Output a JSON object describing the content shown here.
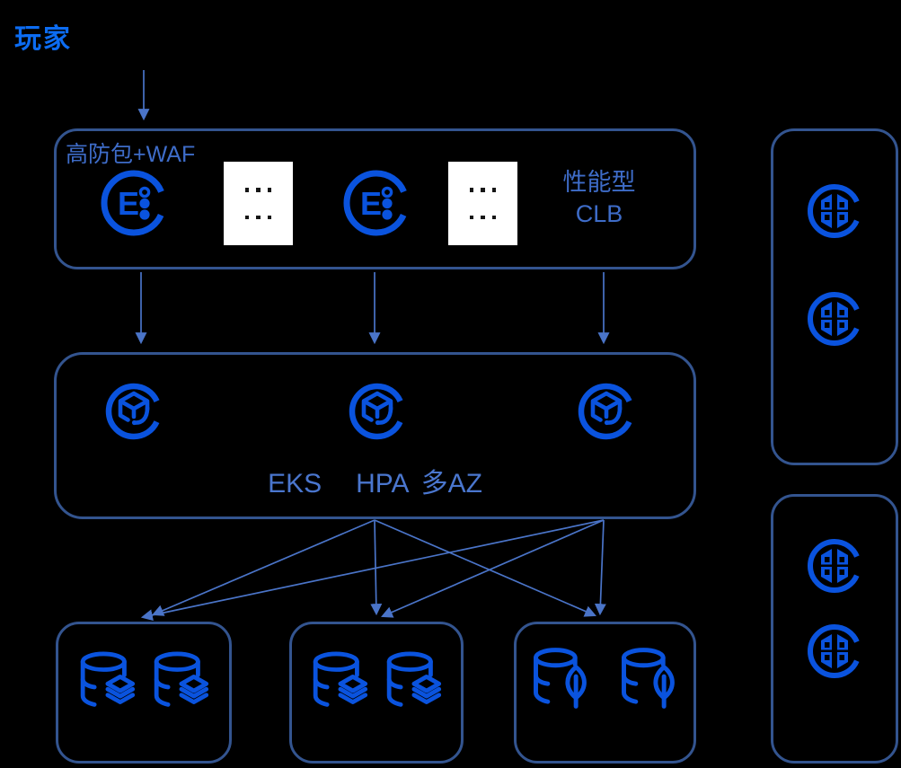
{
  "colors": {
    "bg": "#000000",
    "icon": "#0a53de",
    "border": "#33548f",
    "arrow": "#4a74c8",
    "label": "#3e6cc8",
    "caption": "#4a76ce",
    "player": "#0c6cf2",
    "panel": "#ffffff",
    "dot": "#161616"
  },
  "labels": {
    "player": "玩家",
    "waf_title": "高防包+WAF",
    "perf_clb_line1": "性能型",
    "perf_clb_line2": "CLB",
    "eks_tokens": [
      "EKS",
      "HPA",
      "多AZ"
    ],
    "clb_letter": "E"
  },
  "edges": [
    [
      160,
      78,
      160,
      132
    ],
    [
      157,
      303,
      157,
      381
    ],
    [
      417,
      303,
      417,
      381
    ],
    [
      672,
      303,
      672,
      381
    ],
    [
      417,
      579,
      171,
      684
    ],
    [
      417,
      579,
      419,
      683
    ],
    [
      417,
      579,
      662,
      685
    ],
    [
      672,
      579,
      159,
      687
    ],
    [
      672,
      579,
      426,
      686
    ],
    [
      672,
      579,
      668,
      683
    ]
  ],
  "nodes": {
    "access_layer": {
      "title": "高防包+WAF",
      "caption": "性能型 CLB",
      "clb_icon_count": 2,
      "ellipsis_panel_count": 2
    },
    "compute_layer": {
      "caption": "EKS HPA 多AZ",
      "eks_icon_count": 3
    },
    "data_layer": [
      {
        "name": "redis-group-1",
        "icon": "redis-database-icon",
        "count": 2
      },
      {
        "name": "redis-group-2",
        "icon": "redis-database-icon",
        "count": 2
      },
      {
        "name": "mongodb-group",
        "icon": "mongodb-database-icon",
        "count": 2
      }
    ],
    "right_column": [
      {
        "name": "server-rack-top",
        "icon": "block-storage-icon",
        "count": 2
      },
      {
        "name": "server-rack-bottom",
        "icon": "block-storage-icon",
        "count": 2
      }
    ]
  }
}
